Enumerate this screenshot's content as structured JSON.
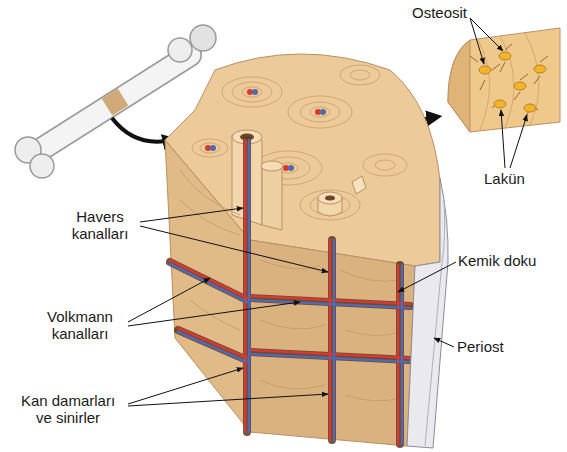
{
  "diagram": {
    "labels": [
      "Osteosit",
      "Lakün",
      "Havers kanalları",
      "Kemik doku",
      "Volkmann kanalları",
      "Periost",
      "Kan damarları ve sinirler"
    ]
  }
}
